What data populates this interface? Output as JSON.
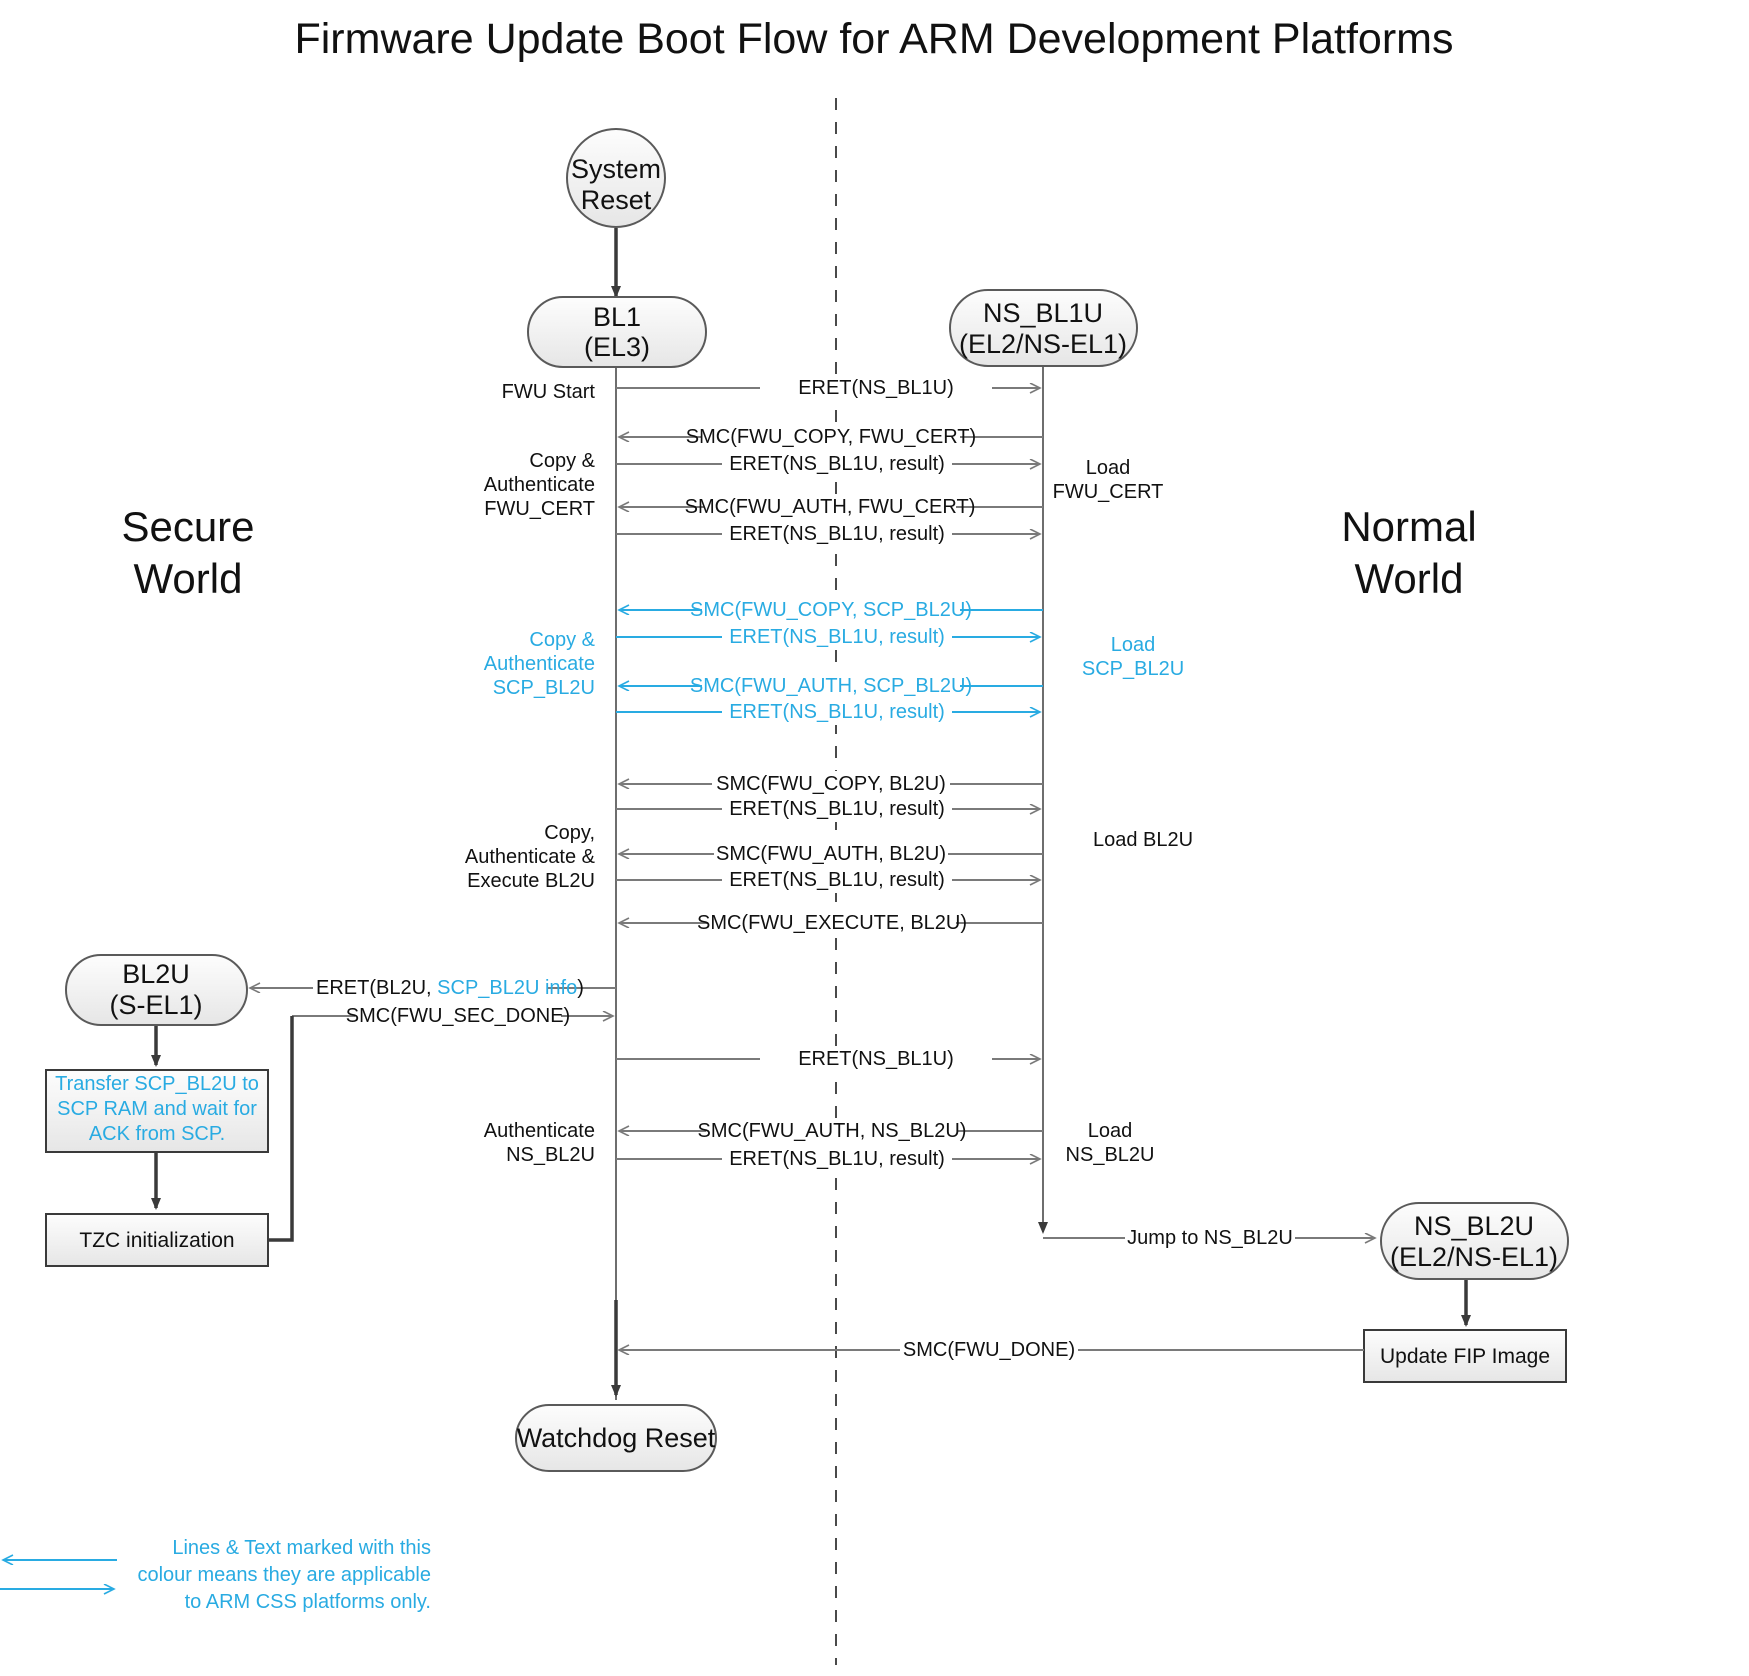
{
  "title": "Firmware Update Boot Flow for ARM Development Platforms",
  "colors": {
    "accent_cyan": "#29abe2",
    "arrow_gray": "#7a7a7a",
    "text_black": "#111111",
    "node_fill_top": "#fdfdfd",
    "node_fill_bottom": "#e8e8e8"
  },
  "worlds": {
    "secure_line1": "Secure",
    "secure_line2": "World",
    "normal_line1": "Normal",
    "normal_line2": "World"
  },
  "nodes": {
    "system_reset_l1": "System",
    "system_reset_l2": "Reset",
    "bl1_l1": "BL1",
    "bl1_l2": "(EL3)",
    "ns_bl1u_l1": "NS_BL1U",
    "ns_bl1u_l2": "(EL2/NS-EL1)",
    "bl2u_l1": "BL2U",
    "bl2u_l2": "(S-EL1)",
    "ns_bl2u_l1": "NS_BL2U",
    "ns_bl2u_l2": "(EL2/NS-EL1)",
    "watchdog_reset": "Watchdog Reset",
    "update_fip": "Update FIP Image",
    "transfer_box_l1": "Transfer SCP_BL2U to",
    "transfer_box_l2": "SCP RAM and wait for",
    "transfer_box_l3": "ACK from SCP.",
    "tzc_init": "TZC initialization"
  },
  "messages": {
    "m1": "ERET(NS_BL1U)",
    "m2": "SMC(FWU_COPY, FWU_CERT)",
    "m3": "ERET(NS_BL1U, result)",
    "m4": "SMC(FWU_AUTH, FWU_CERT)",
    "m5": "ERET(NS_BL1U, result)",
    "m6": "SMC(FWU_COPY, SCP_BL2U)",
    "m7": "ERET(NS_BL1U, result)",
    "m8": "SMC(FWU_AUTH, SCP_BL2U)",
    "m9": "ERET(NS_BL1U, result)",
    "m10": "SMC(FWU_COPY, BL2U)",
    "m11": "ERET(NS_BL1U, result)",
    "m12": "SMC(FWU_AUTH, BL2U)",
    "m13": "ERET(NS_BL1U, result)",
    "m14": "SMC(FWU_EXECUTE, BL2U)",
    "m15_a": "ERET(BL2U, ",
    "m15_b": "SCP_BL2U info",
    "m15_c": ")",
    "m16": "SMC(FWU_SEC_DONE)",
    "m17": "ERET(NS_BL1U)",
    "m18": "SMC(FWU_AUTH, NS_BL2U)",
    "m19": "ERET(NS_BL1U, result)",
    "m20": "Jump to NS_BL2U",
    "m21": "SMC(FWU_DONE)"
  },
  "side_labels": {
    "fwu_start": "FWU Start",
    "copy_auth_cert_l1": "Copy &",
    "copy_auth_cert_l2": "Authenticate",
    "copy_auth_cert_l3": "FWU_CERT",
    "load_cert_l1": "Load",
    "load_cert_l2": "FWU_CERT",
    "copy_auth_scp_l1": "Copy &",
    "copy_auth_scp_l2": "Authenticate",
    "copy_auth_scp_l3": "SCP_BL2U",
    "load_scp_l1": "Load",
    "load_scp_l2": "SCP_BL2U",
    "copy_auth_exec_l1": "Copy,",
    "copy_auth_exec_l2": "Authenticate &",
    "copy_auth_exec_l3": "Execute BL2U",
    "load_bl2u": "Load BL2U",
    "auth_nsbl2u_l1": "Authenticate",
    "auth_nsbl2u_l2": "NS_BL2U",
    "load_nsbl2u_l1": "Load",
    "load_nsbl2u_l2": "NS_BL2U"
  },
  "legend": {
    "line1": "Lines & Text marked with this",
    "line2": "colour means they are applicable",
    "line3": "to ARM CSS platforms only."
  }
}
